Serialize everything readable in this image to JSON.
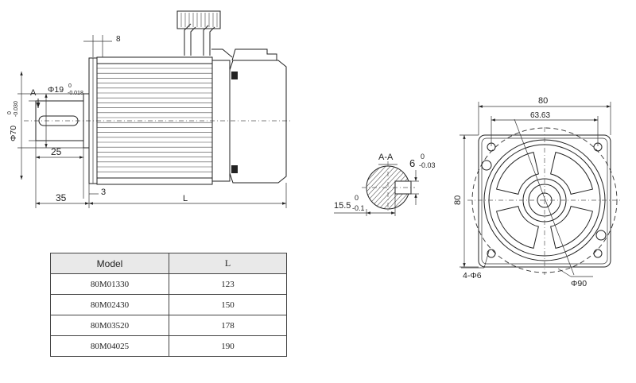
{
  "side_view": {
    "dim_flange_thickness": "8",
    "dim_shaft_dia": "Φ19",
    "dim_shaft_dia_tol_upper": "0",
    "dim_shaft_dia_tol_lower": "-0.018",
    "section_marker": "A",
    "dim_pilot_dia": "Φ70",
    "dim_pilot_tol_upper": "0",
    "dim_pilot_tol_lower": "-0.030",
    "dim_key_length": "25",
    "dim_shaft_length": "35",
    "dim_pilot_height": "3",
    "dim_body_length": "L"
  },
  "section_view": {
    "title": "A-A",
    "dim_key_width": "6",
    "dim_key_width_tol_upper": "0",
    "dim_key_width_tol_lower": "-0.03",
    "dim_key_depth": "15.5",
    "dim_key_depth_tol_upper": "0",
    "dim_key_depth_tol_lower": "-0.1"
  },
  "front_view": {
    "dim_square_width": "80",
    "dim_hole_spacing": "63.63",
    "dim_square_height": "80",
    "dim_mount_holes": "4-Φ6",
    "dim_bolt_circle": "Φ90"
  },
  "table": {
    "headers": [
      "Model",
      "L"
    ],
    "rows": [
      {
        "model": "80M01330",
        "length": "123"
      },
      {
        "model": "80M02430",
        "length": "150"
      },
      {
        "model": "80M03520",
        "length": "178"
      },
      {
        "model": "80M04025",
        "length": "190"
      }
    ]
  }
}
